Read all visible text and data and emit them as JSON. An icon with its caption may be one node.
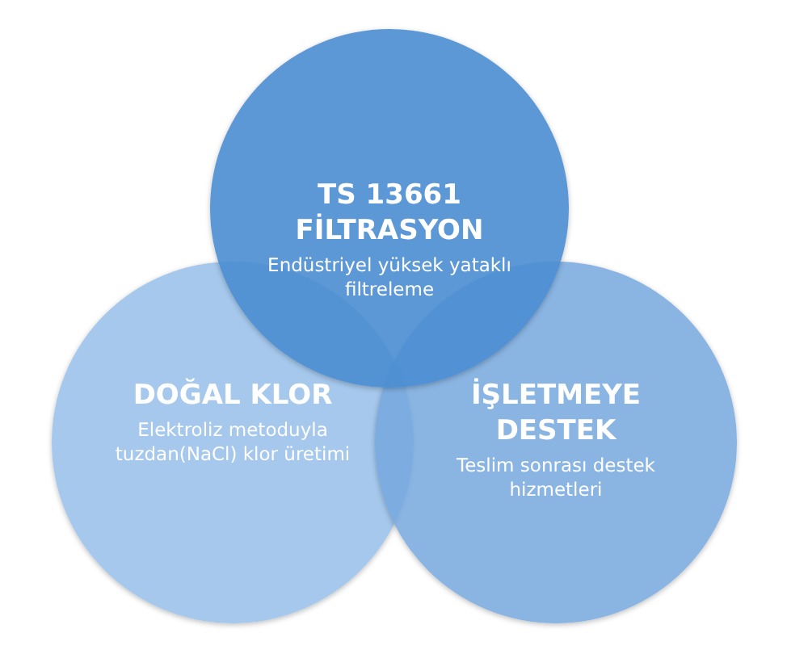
{
  "diagram": {
    "nodes": [
      {
        "text": [
          "TS 13661 FİLTRASYON",
          "Endüstriyel yüksek yataklı filtreleme"
        ]
      },
      {
        "text": [
          "DOĞAL KLOR",
          "Elektroliz metoduyla tuzdan(NaCl) klor üretimi"
        ]
      },
      {
        "text": [
          "İŞLETMEYE DESTEK",
          "Teslim sonrası destek hizmetleri"
        ]
      }
    ],
    "edges": []
  }
}
